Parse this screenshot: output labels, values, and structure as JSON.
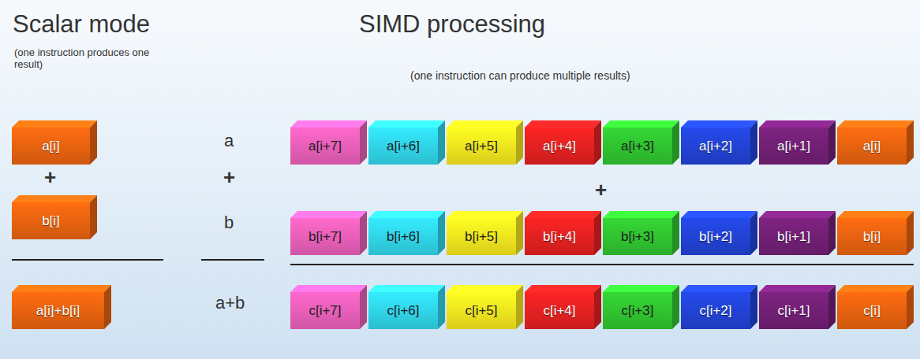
{
  "diagram": {
    "nodes": [
      {
        "text": [
          "a[i]"
        ]
      },
      {
        "text": [
          "a[i+7]"
        ]
      },
      {
        "text": [
          "a[i+6]"
        ]
      },
      {
        "text": [
          "a[i+5]"
        ]
      },
      {
        "text": [
          "a[i+4]"
        ]
      },
      {
        "text": [
          "a[i+3]"
        ]
      },
      {
        "text": [
          "a[i+2]"
        ]
      },
      {
        "text": [
          "a[i+1]"
        ]
      },
      {
        "text": [
          "a[i]"
        ]
      },
      {
        "text": [
          "b[i]"
        ]
      },
      {
        "text": [
          "b[i+7]"
        ]
      },
      {
        "text": [
          "b[i+6]"
        ]
      },
      {
        "text": [
          "b[i+5]"
        ]
      },
      {
        "text": [
          "b[i+4]"
        ]
      },
      {
        "text": [
          "b[i+3]"
        ]
      },
      {
        "text": [
          "b[i+2]"
        ]
      },
      {
        "text": [
          "b[i+1]"
        ]
      },
      {
        "text": [
          "b[i]"
        ]
      },
      {
        "text": [
          "a[i]+b[i]"
        ]
      },
      {
        "text": [
          "c[i+7]"
        ]
      },
      {
        "text": [
          "c[i+6]"
        ]
      },
      {
        "text": [
          "c[i+5]"
        ]
      },
      {
        "text": [
          "c[i+4]"
        ]
      },
      {
        "text": [
          "c[i+3]"
        ]
      },
      {
        "text": [
          "c[i+2]"
        ]
      },
      {
        "text": [
          "c[i+1]"
        ]
      },
      {
        "text": [
          "c[i]"
        ]
      }
    ],
    "labels": [
      "Scalar mode",
      "(one instruction produces one result)",
      "SIMD processing",
      "(one instruction can produce multiple results)",
      "+",
      "a",
      "+",
      "b",
      "a+b",
      "+"
    ]
  }
}
